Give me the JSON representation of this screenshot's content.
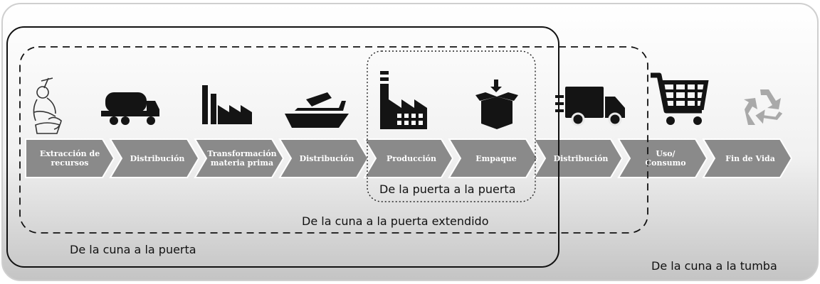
{
  "colors": {
    "background_top": "#ffffff",
    "background_bottom": "#c9c9c9",
    "arrow_fill": "#8a8a8a",
    "icon_fill": "#141414",
    "recycle_fill": "#a9a9a9"
  },
  "steps": [
    {
      "label": "Extracción de recursos",
      "lines": [
        "Extracción de",
        "recursos"
      ],
      "icon": "mining-worker-icon"
    },
    {
      "label": "Distribución",
      "lines": [
        "Distribución"
      ],
      "icon": "tanker-truck-icon"
    },
    {
      "label": "Transformación materia prima",
      "lines": [
        "Transformación",
        "materia prima"
      ],
      "icon": "factory-icon"
    },
    {
      "label": "Distribución",
      "lines": [
        "Distribución"
      ],
      "icon": "ship-icon"
    },
    {
      "label": "Producción",
      "lines": [
        "Producción"
      ],
      "icon": "factory-building-icon"
    },
    {
      "label": "Empaque",
      "lines": [
        "Empaque"
      ],
      "icon": "package-box-icon"
    },
    {
      "label": "Distribución",
      "lines": [
        "Distribución"
      ],
      "icon": "delivery-truck-icon"
    },
    {
      "label": "Uso/ Consumo",
      "lines": [
        "Uso/",
        "Consumo"
      ],
      "icon": "shopping-cart-icon"
    },
    {
      "label": "Fin de Vida",
      "lines": [
        "Fin de Vida"
      ],
      "icon": "recycle-icon"
    }
  ],
  "scopes": {
    "cradle_to_grave": "De la cuna a la tumba",
    "cradle_to_gate": "De la cuna a la puerta",
    "cradle_to_gate_extended": "De la cuna a la puerta extendido",
    "gate_to_gate": "De la puerta a la puerta"
  }
}
